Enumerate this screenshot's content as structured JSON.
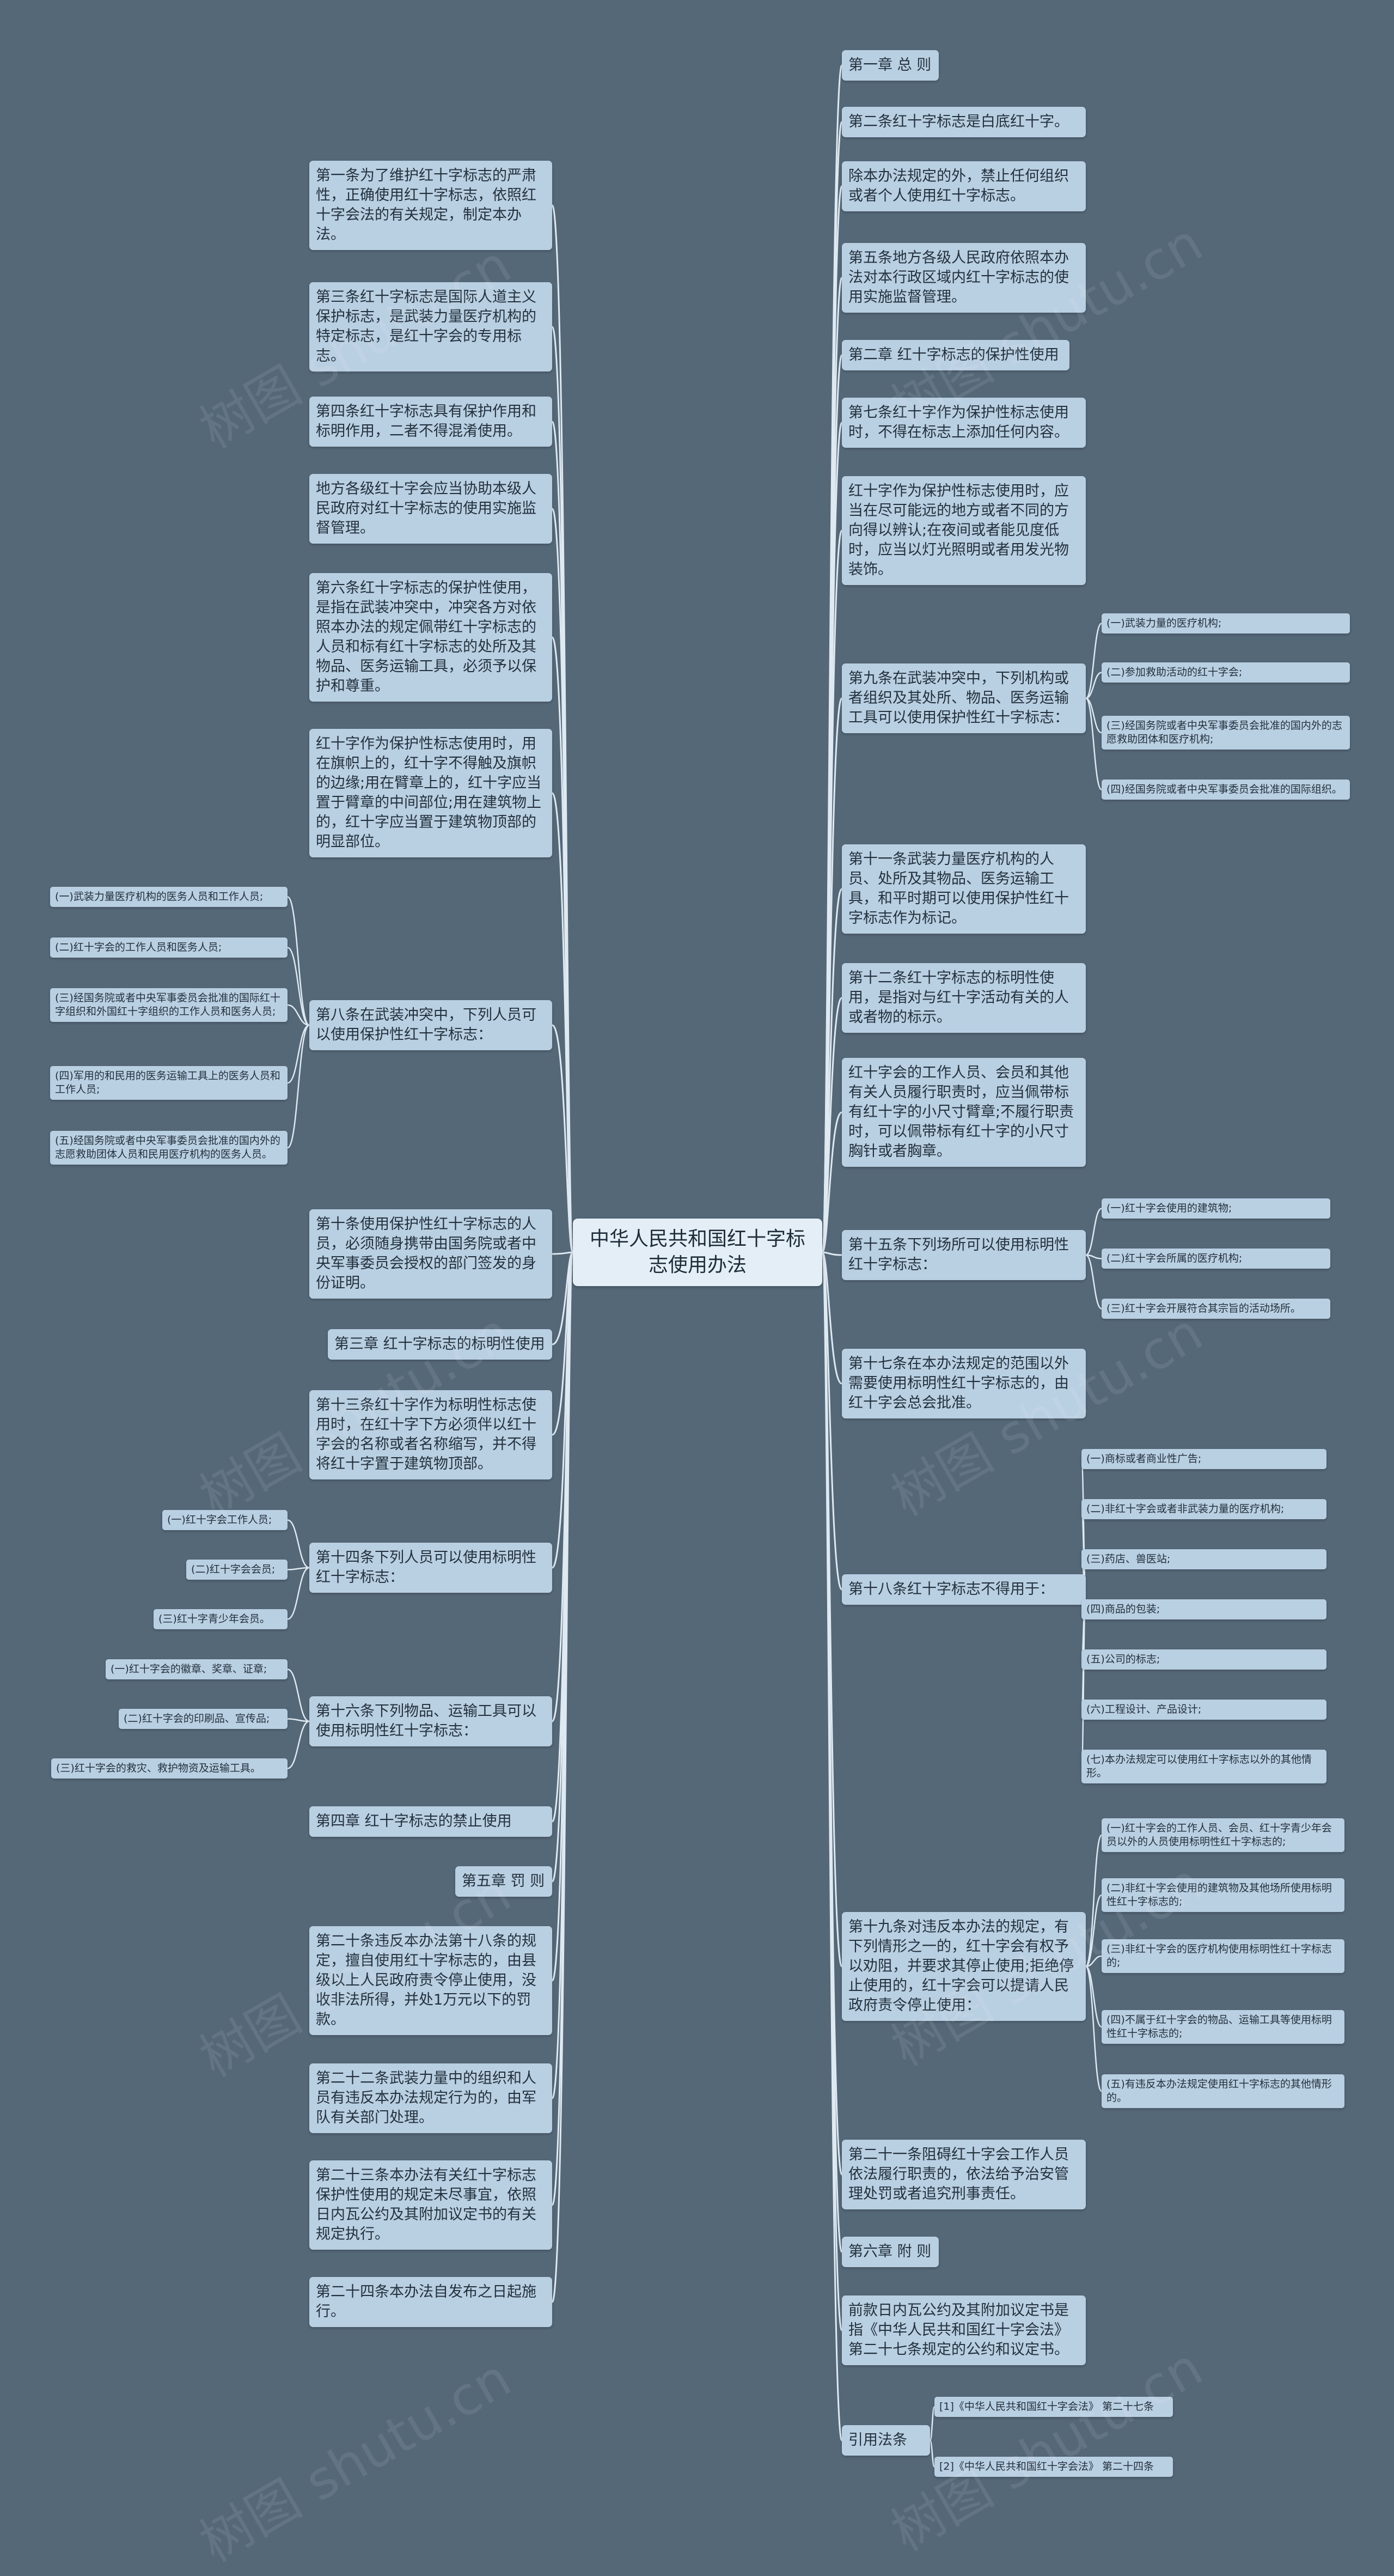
{
  "root": "中华人民共和国红十字标志使用办法",
  "right": [
    {
      "text": "第一章 总 则"
    },
    {
      "text": "第二条红十字标志是白底红十字。"
    },
    {
      "text": "除本办法规定的外，禁止任何组织或者个人使用红十字标志。"
    },
    {
      "text": "第五条地方各级人民政府依照本办法对本行政区域内红十字标志的使用实施监督管理。"
    },
    {
      "text": "第二章 红十字标志的保护性使用"
    },
    {
      "text": "第七条红十字作为保护性标志使用时，不得在标志上添加任何内容。"
    },
    {
      "text": "红十字作为保护性标志使用时，应当在尽可能远的地方或者不同的方向得以辨认;在夜间或者能见度低时，应当以灯光照明或者用发光物装饰。"
    },
    {
      "text": "第九条在武装冲突中，下列机构或者组织及其处所、物品、医务运输工具可以使用保护性红十字标志：",
      "children": [
        "(一)武装力量的医疗机构;",
        "(二)参加救助活动的红十字会;",
        "(三)经国务院或者中央军事委员会批准的国内外的志愿救助团体和医疗机构;",
        "(四)经国务院或者中央军事委员会批准的国际组织。"
      ]
    },
    {
      "text": "第十一条武装力量医疗机构的人员、处所及其物品、医务运输工具，和平时期可以使用保护性红十字标志作为标记。"
    },
    {
      "text": "第十二条红十字标志的标明性使用，是指对与红十字活动有关的人或者物的标示。"
    },
    {
      "text": "红十字会的工作人员、会员和其他有关人员履行职责时，应当佩带标有红十字的小尺寸臂章;不履行职责时，可以佩带标有红十字的小尺寸胸针或者胸章。"
    },
    {
      "text": "第十五条下列场所可以使用标明性红十字标志：",
      "children": [
        "(一)红十字会使用的建筑物;",
        "(二)红十字会所属的医疗机构;",
        "(三)红十字会开展符合其宗旨的活动场所。"
      ]
    },
    {
      "text": "第十七条在本办法规定的范围以外需要使用标明性红十字标志的，由红十字会总会批准。"
    },
    {
      "text": "第十八条红十字标志不得用于：",
      "children": [
        "(一)商标或者商业性广告;",
        "(二)非红十字会或者非武装力量的医疗机构;",
        "(三)药店、兽医站;",
        "(四)商品的包装;",
        "(五)公司的标志;",
        "(六)工程设计、产品设计;",
        "(七)本办法规定可以使用红十字标志以外的其他情形。"
      ]
    },
    {
      "text": "第十九条对违反本办法的规定，有下列情形之一的，红十字会有权予以劝阻，并要求其停止使用;拒绝停止使用的，红十字会可以提请人民政府责令停止使用：",
      "children": [
        "(一)红十字会的工作人员、会员、红十字青少年会员以外的人员使用标明性红十字标志的;",
        "(二)非红十字会使用的建筑物及其他场所使用标明性红十字标志的;",
        "(三)非红十字会的医疗机构使用标明性红十字标志的;",
        "(四)不属于红十字会的物品、运输工具等使用标明性红十字标志的;",
        "(五)有违反本办法规定使用红十字标志的其他情形的。"
      ]
    },
    {
      "text": "第二十一条阻碍红十字会工作人员依法履行职责的，依法给予治安管理处罚或者追究刑事责任。"
    },
    {
      "text": "第六章 附 则"
    },
    {
      "text": "前款日内瓦公约及其附加议定书是指《中华人民共和国红十字会法》第二十七条规定的公约和议定书。"
    },
    {
      "text": "引用法条",
      "children": [
        "[1]《中华人民共和国红十字会法》 第二十七条",
        "[2]《中华人民共和国红十字会法》 第二十四条"
      ]
    }
  ],
  "left": [
    {
      "text": "第一条为了维护红十字标志的严肃性，正确使用红十字标志，依照红十字会法的有关规定，制定本办法。"
    },
    {
      "text": "第三条红十字标志是国际人道主义保护标志，是武装力量医疗机构的特定标志，是红十字会的专用标志。"
    },
    {
      "text": "第四条红十字标志具有保护作用和标明作用，二者不得混淆使用。"
    },
    {
      "text": "地方各级红十字会应当协助本级人民政府对红十字标志的使用实施监督管理。"
    },
    {
      "text": "第六条红十字标志的保护性使用，是指在武装冲突中，冲突各方对依照本办法的规定佩带红十字标志的人员和标有红十字标志的处所及其物品、医务运输工具，必须予以保护和尊重。"
    },
    {
      "text": "红十字作为保护性标志使用时，用在旗帜上的，红十字不得触及旗帜的边缘;用在臂章上的，红十字应当置于臂章的中间部位;用在建筑物上的，红十字应当置于建筑物顶部的明显部位。"
    },
    {
      "text": "第八条在武装冲突中，下列人员可以使用保护性红十字标志：",
      "children": [
        "(一)武装力量医疗机构的医务人员和工作人员;",
        "(二)红十字会的工作人员和医务人员;",
        "(三)经国务院或者中央军事委员会批准的国际红十字组织和外国红十字组织的工作人员和医务人员;",
        "(四)军用的和民用的医务运输工具上的医务人员和工作人员;",
        "(五)经国务院或者中央军事委员会批准的国内外的志愿救助团体人员和民用医疗机构的医务人员。"
      ]
    },
    {
      "text": "第十条使用保护性红十字标志的人员，必须随身携带由国务院或者中央军事委员会授权的部门签发的身份证明。"
    },
    {
      "text": "第三章 红十字标志的标明性使用"
    },
    {
      "text": "第十三条红十字作为标明性标志使用时，在红十字下方必须伴以红十字会的名称或者名称缩写，并不得将红十字置于建筑物顶部。"
    },
    {
      "text": "第十四条下列人员可以使用标明性红十字标志：",
      "children": [
        "(一)红十字会工作人员;",
        "(二)红十字会会员;",
        "(三)红十字青少年会员。"
      ]
    },
    {
      "text": "第十六条下列物品、运输工具可以使用标明性红十字标志：",
      "children": [
        "(一)红十字会的徽章、奖章、证章;",
        "(二)红十字会的印刷品、宣传品;",
        "(三)红十字会的救灾、救护物资及运输工具。"
      ]
    },
    {
      "text": "第四章 红十字标志的禁止使用"
    },
    {
      "text": "第五章 罚 则"
    },
    {
      "text": "第二十条违反本办法第十八条的规定，擅自使用红十字标志的，由县级以上人民政府责令停止使用，没收非法所得，并处1万元以下的罚款。"
    },
    {
      "text": "第二十二条武装力量中的组织和人员有违反本办法规定行为的，由军队有关部门处理。"
    },
    {
      "text": "第二十三条本办法有关红十字标志保护性使用的规定未尽事宜，依照日内瓦公约及其附加议定书的有关规定执行。"
    },
    {
      "text": "第二十四条本办法自发布之日起施行。"
    }
  ],
  "watermark": "树图 shutu.cn",
  "colors": {
    "background": "#546878",
    "node": "#b9cfe2",
    "root": "#e4eef7",
    "line": "#dfe9f1"
  }
}
